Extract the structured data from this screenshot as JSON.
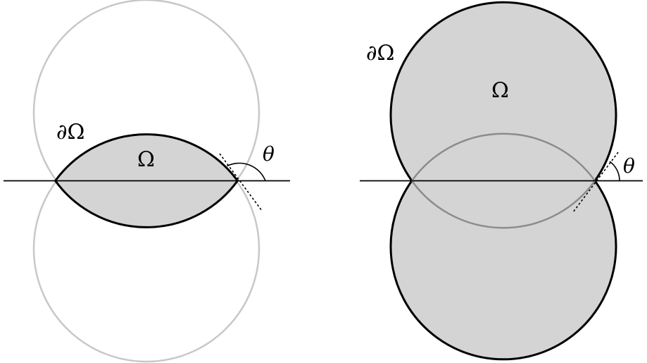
{
  "labels": {
    "left_boundary": "∂Ω",
    "left_domain": "Ω",
    "left_angle": "θ",
    "right_boundary": "∂Ω",
    "right_domain": "Ω",
    "right_angle": "θ"
  },
  "colors": {
    "fill": "#d4d4d4",
    "boundary": "#000000",
    "ghost_circle_left": "#c8c8c8",
    "ghost_circle_right": "#8c8c8c",
    "axis": "#000000"
  }
}
